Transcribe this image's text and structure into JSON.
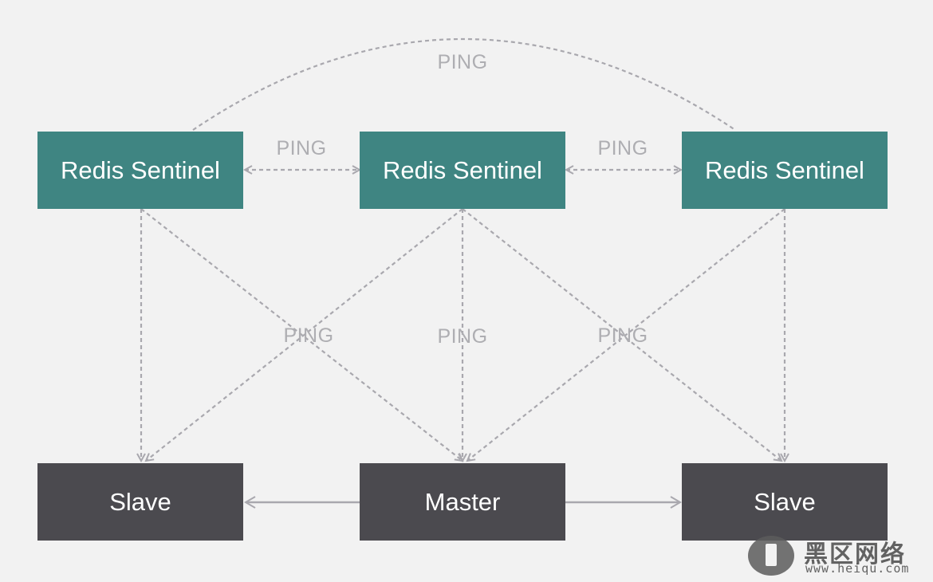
{
  "diagram": {
    "sentinels": [
      {
        "label": "Redis Sentinel"
      },
      {
        "label": "Redis Sentinel"
      },
      {
        "label": "Redis Sentinel"
      }
    ],
    "nodes": {
      "slave_left": "Slave",
      "master": "Master",
      "slave_right": "Slave"
    },
    "ping_labels": {
      "arc": "PING",
      "top_left": "PING",
      "top_right": "PING",
      "mid_left": "PING",
      "mid_center": "PING",
      "mid_right": "PING"
    },
    "colors": {
      "sentinel": "#3f8582",
      "node": "#4b4a4f",
      "dashed_line": "#a9a8ae",
      "solid_line": "#a9a8ae",
      "label": "#aeaeb2",
      "background": "#f2f2f2"
    }
  },
  "watermark": {
    "chinese": "黑区网络",
    "url": "www.heiqu.com",
    "icon": "mushroom-logo-icon"
  }
}
